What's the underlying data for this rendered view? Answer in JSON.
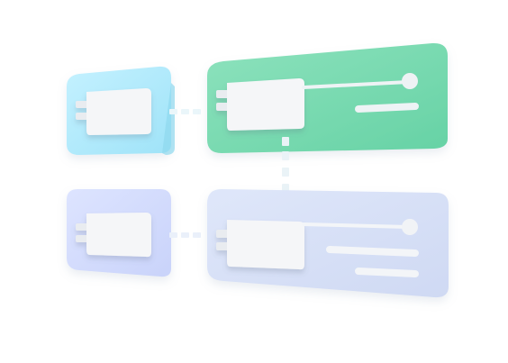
{
  "illustration": {
    "rows": [
      {
        "id": "top",
        "left_panel_color": "#b8ecfb",
        "right_panel_color": "#74d8ad",
        "text_lines": 1
      },
      {
        "id": "bottom",
        "left_panel_color": "#d4dcfb",
        "right_panel_color": "#d6e0f6",
        "text_lines": 2
      }
    ],
    "connector_color": "#e6f2f7",
    "block_color": "#f4f5f7"
  }
}
